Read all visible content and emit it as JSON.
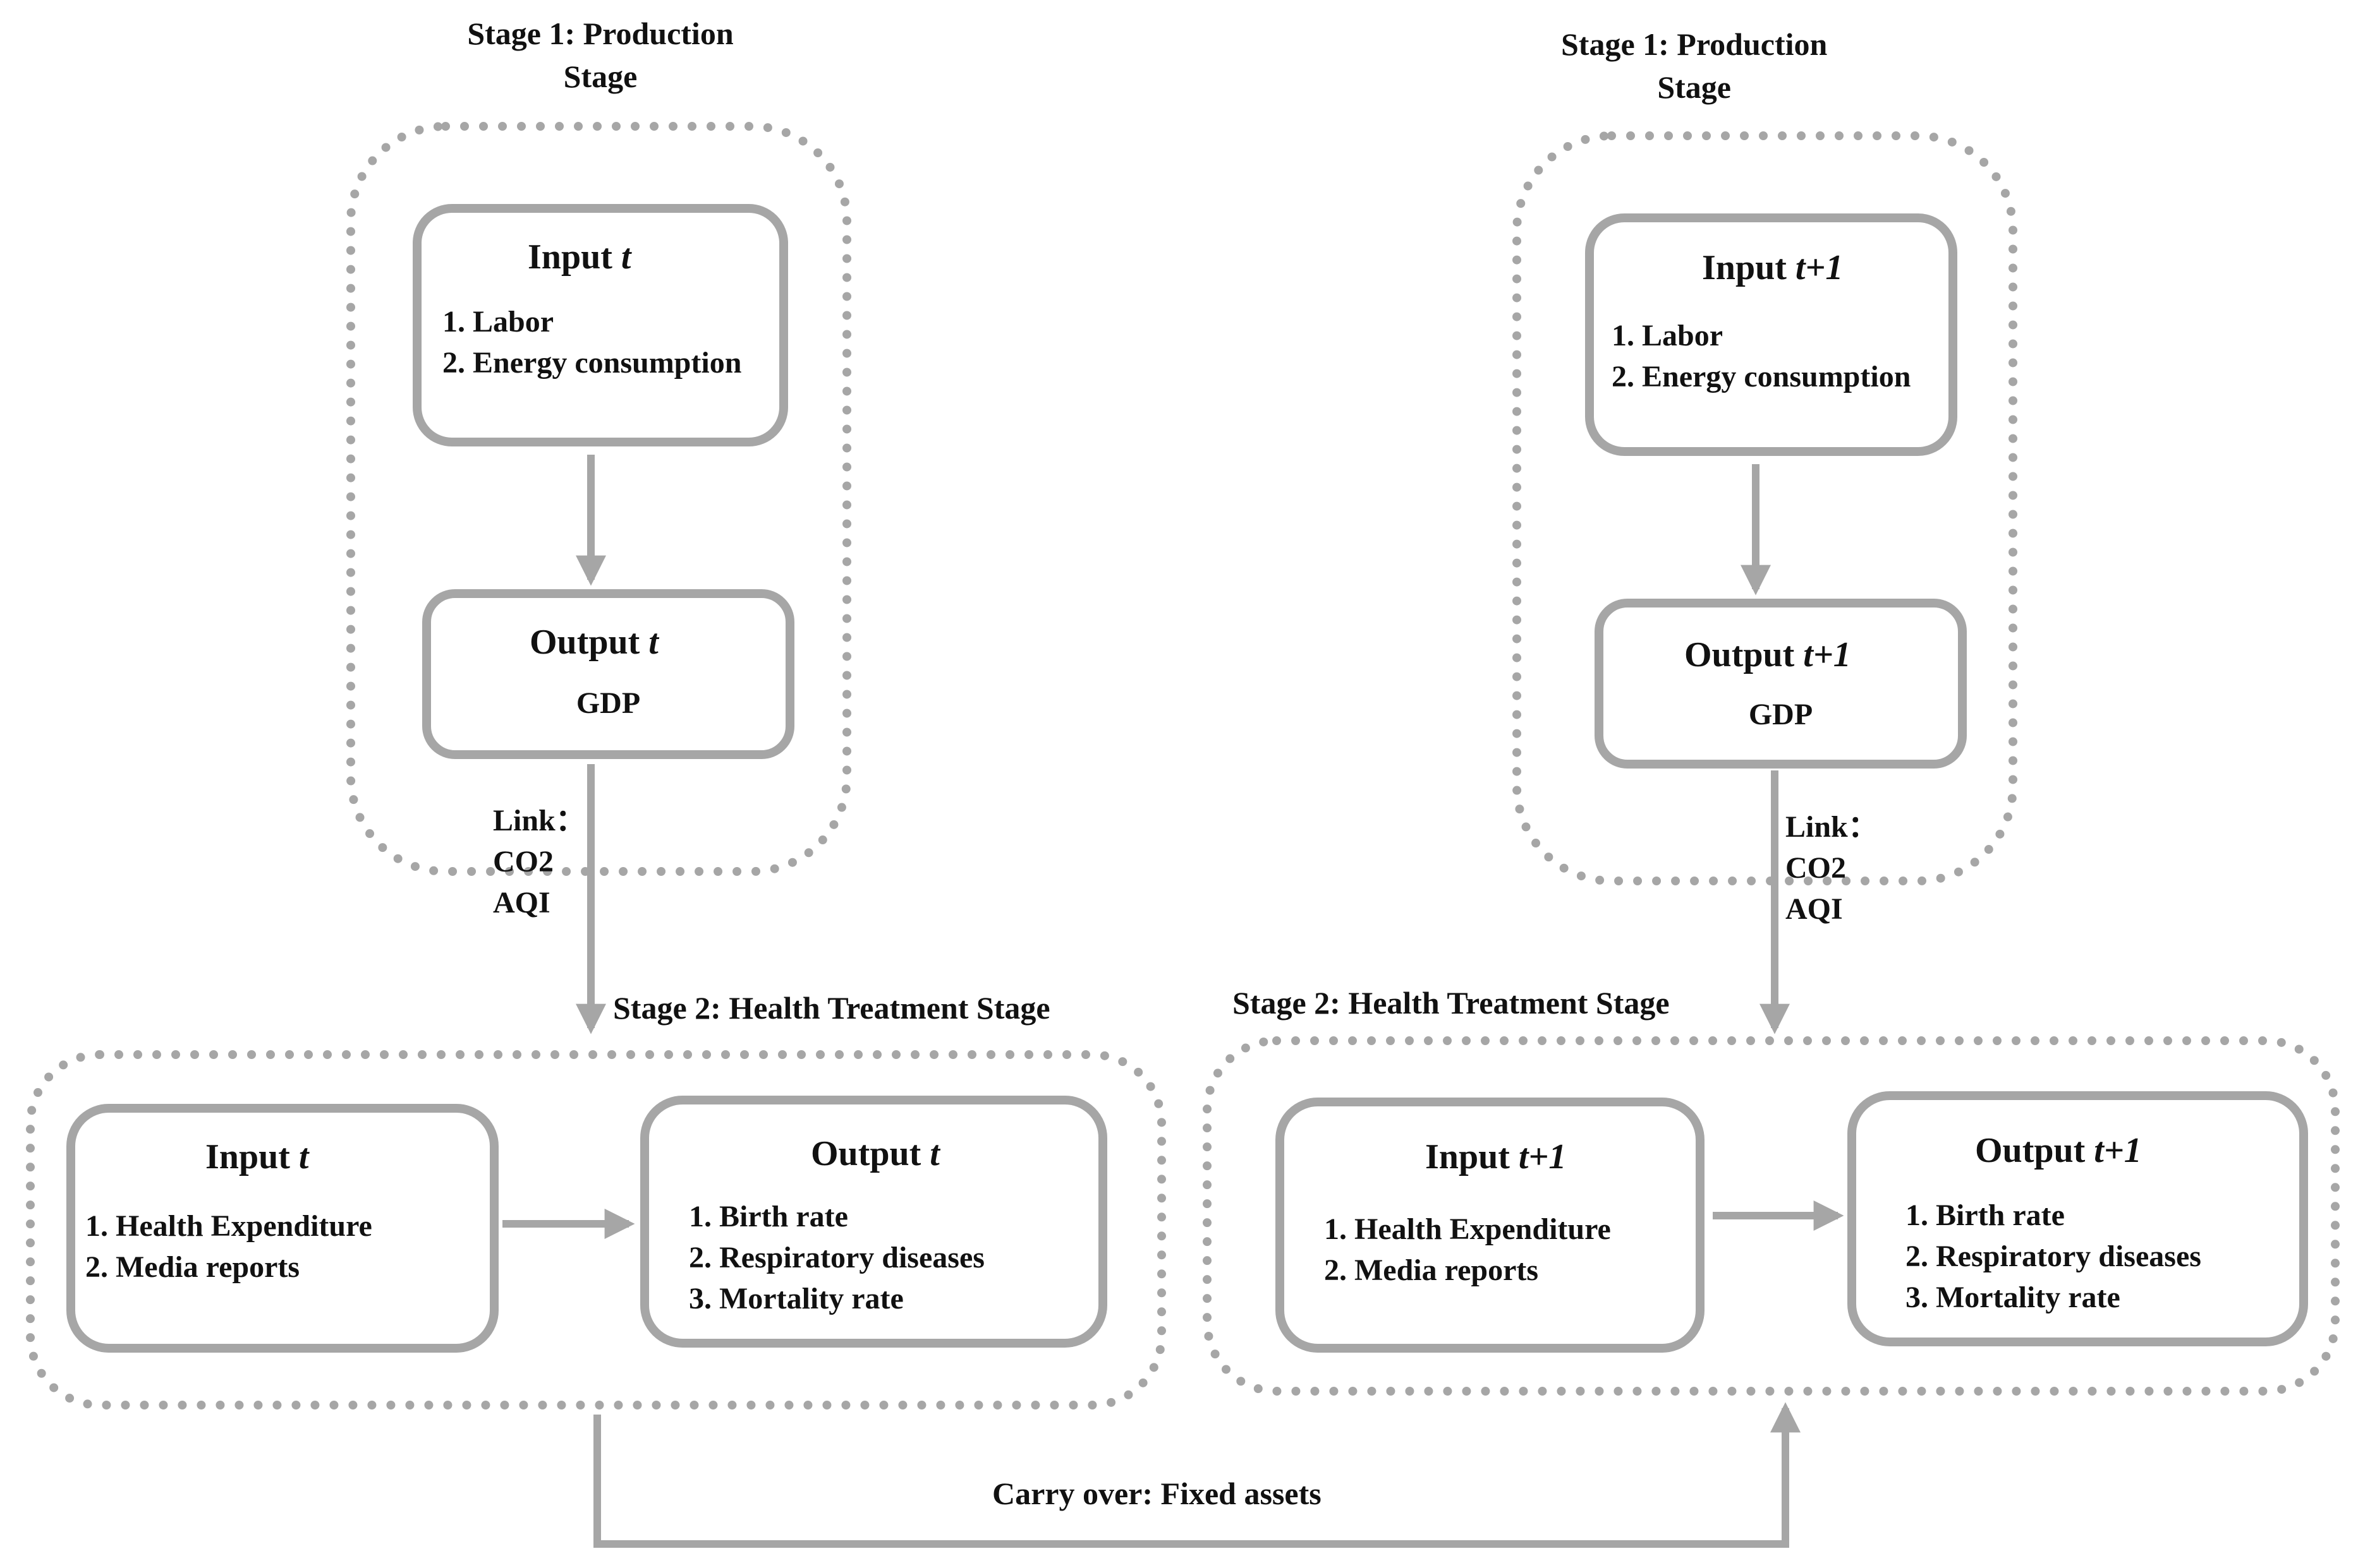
{
  "panels": [
    {
      "stage1_title_line1": "Stage 1: Production",
      "stage1_title_line2": "Stage",
      "prod_input_label": "Input",
      "prod_input_var": "t",
      "prod_input_items": [
        "1. Labor",
        "2. Energy consumption"
      ],
      "prod_output_label": "Output",
      "prod_output_var": "t",
      "prod_output_item": "GDP",
      "link_lines": [
        "Link：",
        "CO2",
        "AQI"
      ],
      "stage2_title": "Stage 2: Health Treatment  Stage",
      "health_input_label": "Input",
      "health_input_var": "t",
      "health_input_items": [
        "1. Health Expenditure",
        "2. Media reports"
      ],
      "health_output_label": "Output",
      "health_output_var": "t",
      "health_output_items": [
        "1. Birth rate",
        "2. Respiratory  diseases",
        "3. Mortality rate"
      ]
    },
    {
      "stage1_title_line1": "Stage 1: Production",
      "stage1_title_line2": "Stage",
      "prod_input_label": "Input",
      "prod_input_var": "t+1",
      "prod_input_items": [
        "1. Labor",
        "2. Energy consumption"
      ],
      "prod_output_label": "Output",
      "prod_output_var": "t+1",
      "prod_output_item": "GDP",
      "link_lines": [
        "Link：",
        "CO2",
        "AQI"
      ],
      "stage2_title": "Stage 2: Health Treatment  Stage",
      "health_input_label": "Input",
      "health_input_var": "t+1",
      "health_input_items": [
        "1. Health Expenditure",
        "2. Media reports"
      ],
      "health_output_label": "Output",
      "health_output_var": "t+1",
      "health_output_items": [
        "1. Birth rate",
        "2. Respiratory  diseases",
        "3. Mortality rate"
      ]
    }
  ],
  "carry_over_label": "Carry over: Fixed assets",
  "colors": {
    "stroke": "#a6a6a6",
    "text": "#111111",
    "background": "#ffffff"
  }
}
